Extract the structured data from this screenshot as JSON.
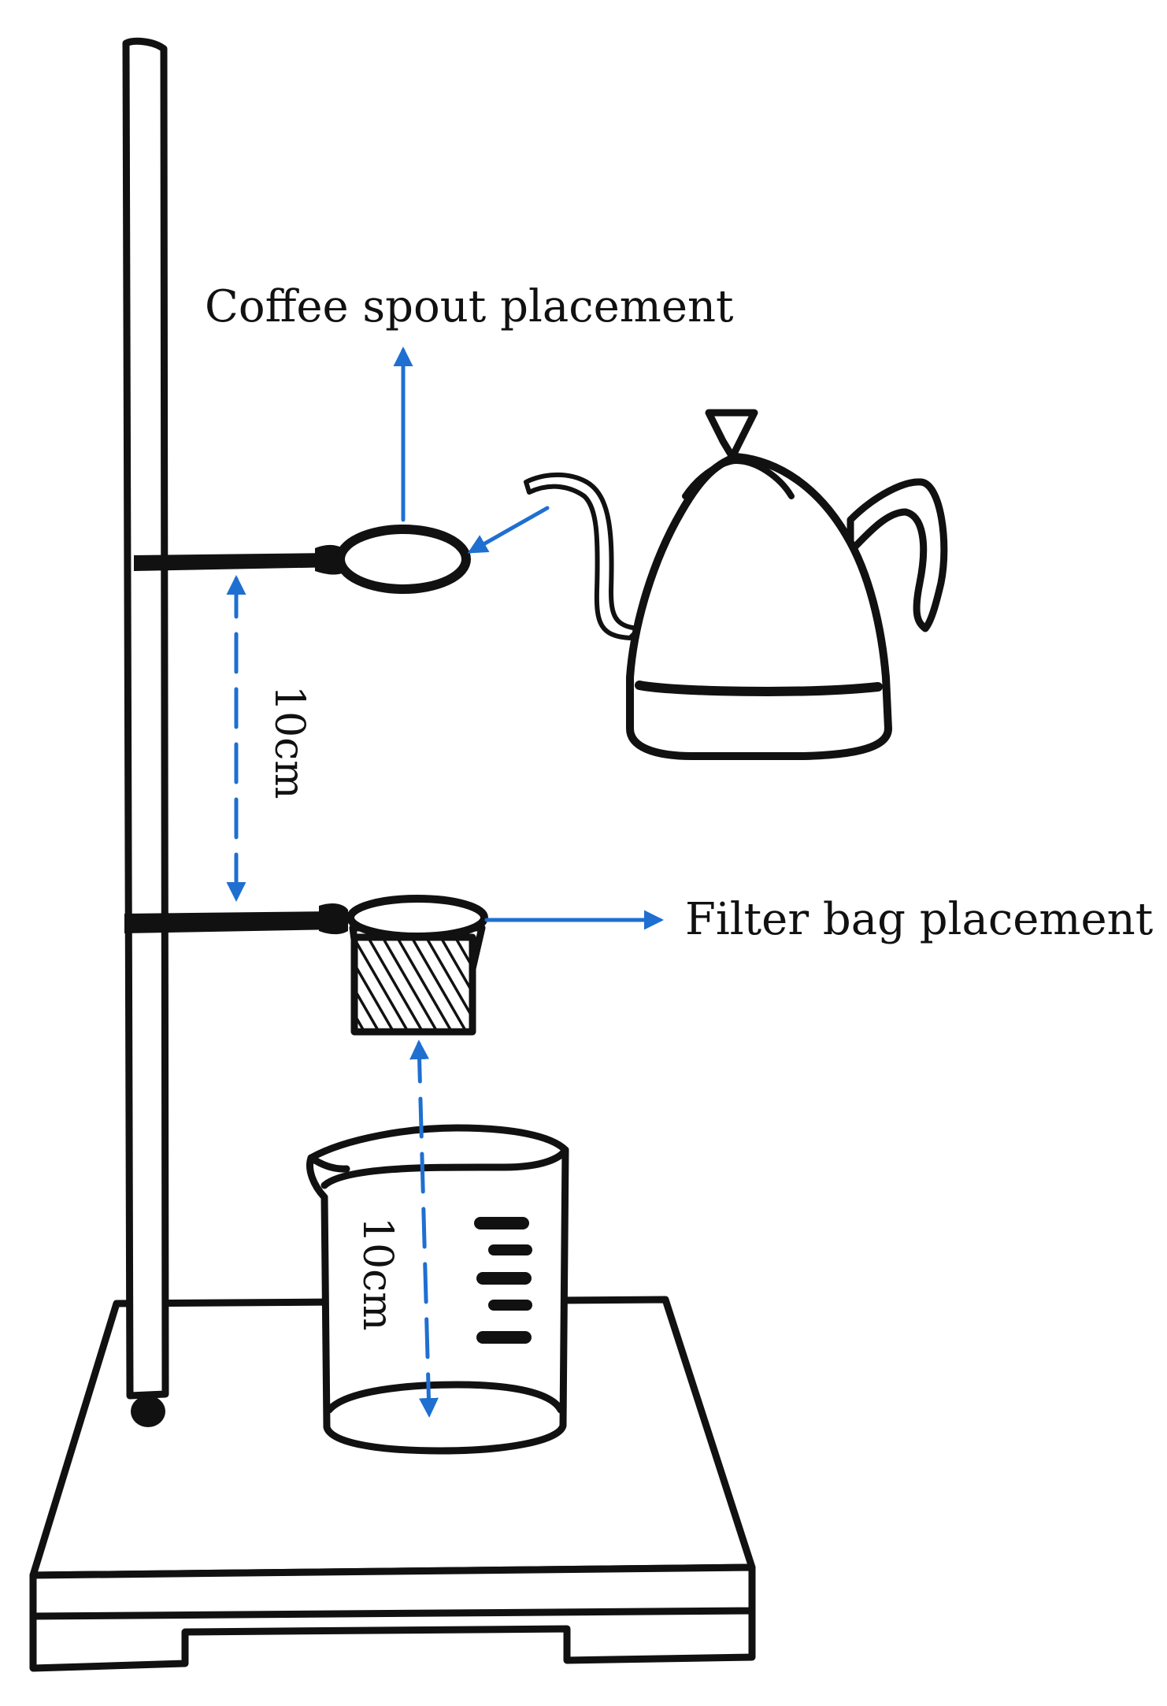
{
  "labels": {
    "coffee_spout": "Coffee spout placement",
    "filter_bag": "Filter bag placement",
    "distance_upper": "10cm",
    "distance_lower": "10cm"
  },
  "colors": {
    "ink": "#111111",
    "arrow": "#1f6fd1",
    "background": "#ffffff"
  },
  "icons": {
    "stand": "retort-stand-icon",
    "kettle": "gooseneck-kettle-icon",
    "beaker": "measuring-beaker-icon",
    "filter": "filter-bag-icon"
  }
}
